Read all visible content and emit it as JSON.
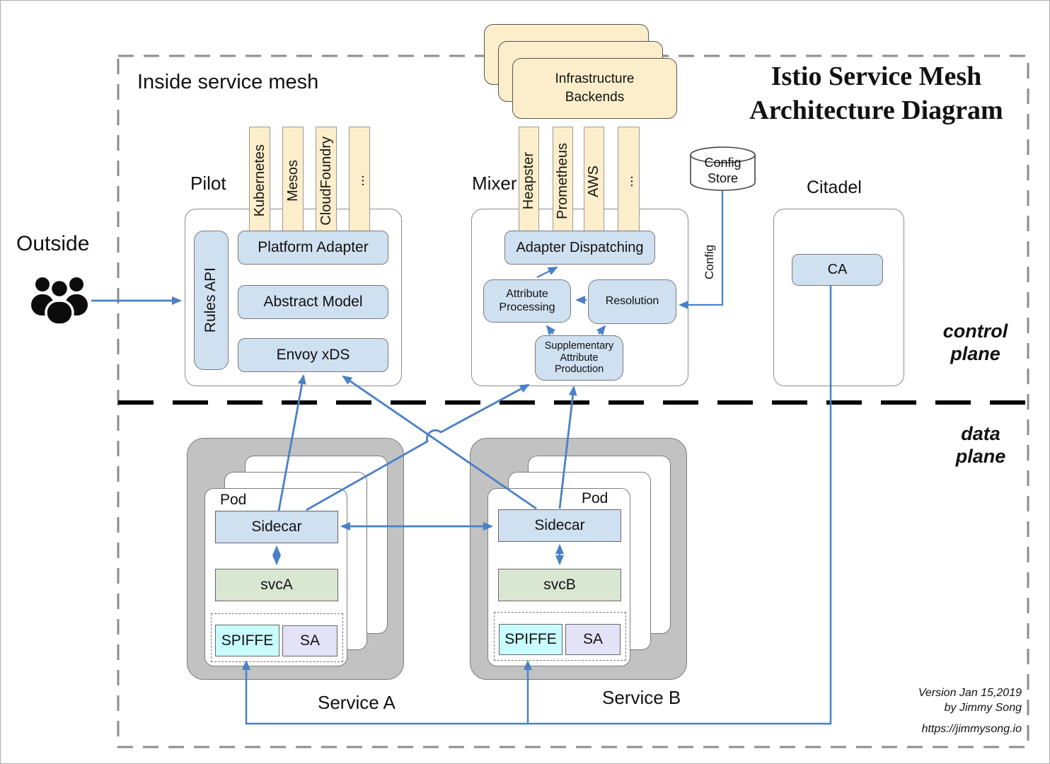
{
  "title": [
    "Istio Service Mesh",
    "Architecture Diagram"
  ],
  "inside_label": "Inside service mesh",
  "outside_label": "Outside",
  "planes": {
    "control": [
      "control",
      "plane"
    ],
    "data": [
      "data",
      "plane"
    ]
  },
  "infrastructure": [
    "Infrastructure",
    "Backends"
  ],
  "config_store": {
    "name": [
      "Config",
      "Store"
    ],
    "flow_label": "Config"
  },
  "pilot": {
    "title": "Pilot",
    "platforms": [
      "Kubernetes",
      "Mesos",
      "CloudFoundry",
      "..."
    ],
    "rules_api": "Rules API",
    "components": [
      "Platform Adapter",
      "Abstract Model",
      "Envoy xDS"
    ]
  },
  "mixer": {
    "title": "Mixer",
    "backends": [
      "Heapster",
      "Prometheus",
      "AWS",
      "..."
    ],
    "components": {
      "adapter_dispatching": "Adapter Dispatching",
      "attribute_processing": "Attribute Processing",
      "resolution": "Resolution",
      "supplementary_attribute_production": "Supplementary Attribute Production"
    }
  },
  "citadel": {
    "title": "Citadel",
    "ca": "CA"
  },
  "service_a": {
    "title": "Service A",
    "pod": "Pod",
    "sidecar": "Sidecar",
    "svc": "svcA",
    "spiffe": "SPIFFE",
    "sa": "SA"
  },
  "service_b": {
    "title": "Service B",
    "pod": "Pod",
    "sidecar": "Sidecar",
    "svc": "svcB",
    "spiffe": "SPIFFE",
    "sa": "SA"
  },
  "footer": {
    "version": "Version Jan 15,2019",
    "author": "by Jimmy Song",
    "site": "https://jimmysong.io"
  },
  "colors": {
    "arrow_blue": "#4a80c6",
    "backend_yellow": "#fdeecb",
    "component_blue": "#cfe0f1",
    "service_green": "#d9e7d2",
    "spiffe_cyan": "#c9fdfd",
    "sa_lavender": "#e3e2f7",
    "service_gray": "#c2c2c2"
  }
}
